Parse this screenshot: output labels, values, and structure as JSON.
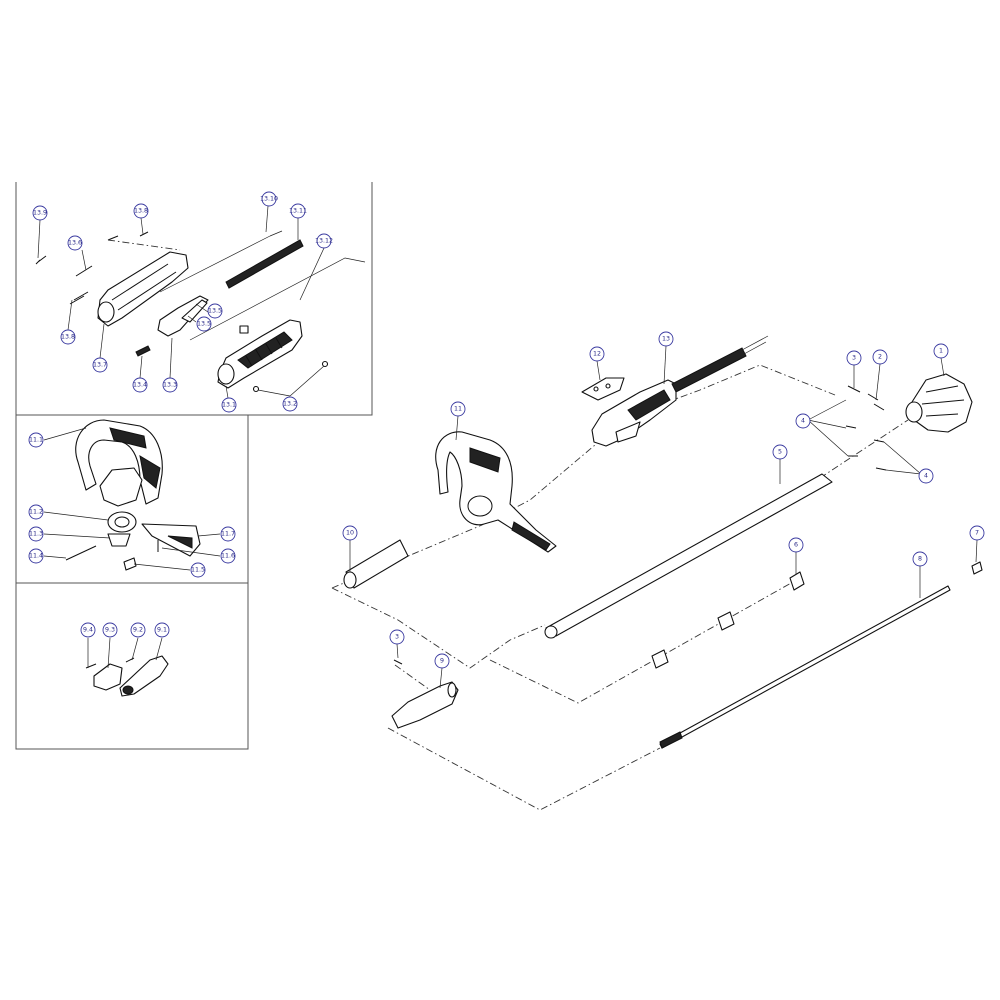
{
  "callouts": {
    "c13_9": {
      "label": "13.9"
    },
    "c13_8a": {
      "label": "13.8"
    },
    "c13_10": {
      "label": "13.10"
    },
    "c13_11": {
      "label": "13.11"
    },
    "c13_6": {
      "label": "13.6"
    },
    "c13_12": {
      "label": "13.12"
    },
    "c13_8b": {
      "label": "13.8"
    },
    "c13_5a": {
      "label": "13.5"
    },
    "c13_5b": {
      "label": "13.5"
    },
    "c13_7": {
      "label": "13.7"
    },
    "c13_4": {
      "label": "13.4"
    },
    "c13_3": {
      "label": "13.3"
    },
    "c13_1": {
      "label": "13.1"
    },
    "c13_2": {
      "label": "13.2"
    },
    "c11_1": {
      "label": "11.1"
    },
    "c11_2": {
      "label": "11.2"
    },
    "c11_3": {
      "label": "11.3"
    },
    "c11_4": {
      "label": "11.4"
    },
    "c11_7": {
      "label": "11.7"
    },
    "c11_6": {
      "label": "11.6"
    },
    "c11_5": {
      "label": "11.5"
    },
    "c9_4": {
      "label": "9.4"
    },
    "c9_3": {
      "label": "9.3"
    },
    "c9_2": {
      "label": "9.2"
    },
    "c9_1": {
      "label": "9.1"
    },
    "c12": {
      "label": "12"
    },
    "c13": {
      "label": "13"
    },
    "c3a": {
      "label": "3"
    },
    "c2": {
      "label": "2"
    },
    "c1": {
      "label": "1"
    },
    "c11": {
      "label": "11"
    },
    "c4a": {
      "label": "4"
    },
    "c4b": {
      "label": "4"
    },
    "c5": {
      "label": "5"
    },
    "c10": {
      "label": "10"
    },
    "c6": {
      "label": "6"
    },
    "c7": {
      "label": "7"
    },
    "c8": {
      "label": "8"
    },
    "c3b": {
      "label": "3"
    },
    "c9": {
      "label": "9"
    }
  }
}
